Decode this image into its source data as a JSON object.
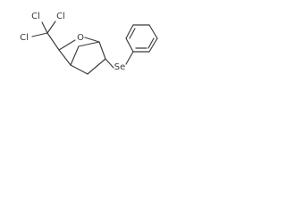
{
  "structure": {
    "atom_labels": {
      "cl_top_left": "Cl",
      "cl_top_right": "Cl",
      "cl_left": "Cl",
      "oxygen": "O",
      "selenium": "Se"
    }
  }
}
